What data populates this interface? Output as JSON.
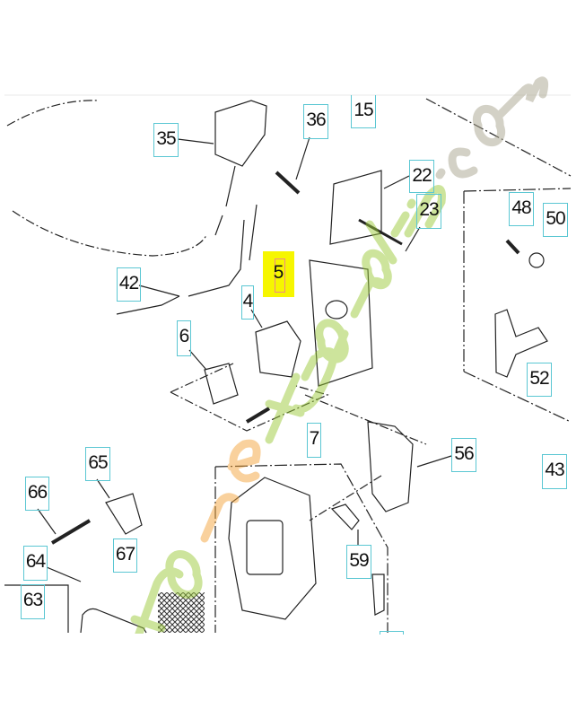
{
  "diagram": {
    "part_labels": [
      "35",
      "36",
      "15",
      "22",
      "23",
      "48",
      "50",
      "42",
      "4",
      "6",
      "52",
      "7",
      "56",
      "43",
      "65",
      "66",
      "67",
      "64",
      "59",
      "63",
      ""
    ],
    "highlighted_label": "5",
    "highlight_color": "#f6f600",
    "label_border_color": "#5bc7d3",
    "watermark": "foret'jardin.com"
  }
}
